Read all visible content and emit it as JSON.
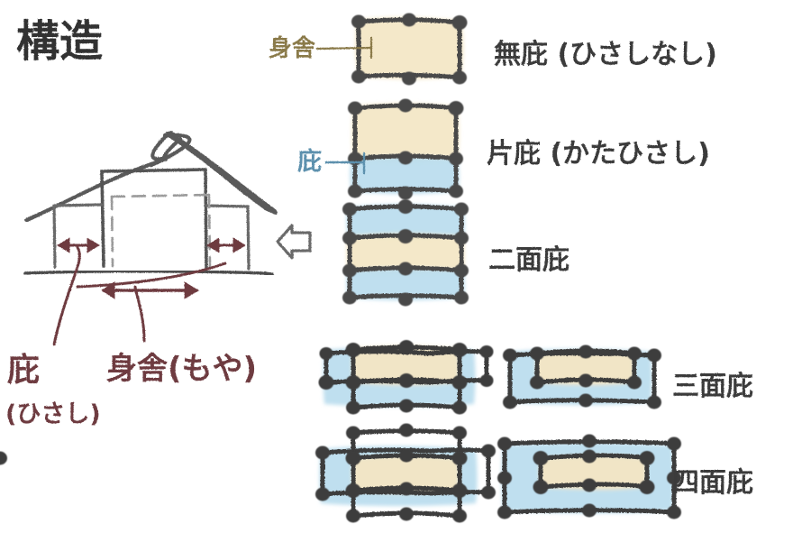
{
  "page": {
    "title": "構造",
    "background_color": "#ffffff",
    "ink_color": "#3a3a3a",
    "moya_color": "#8a7a4a",
    "hisashi_color": "#5b90ad",
    "annotation_color": "#6e3b3f",
    "fill_moya": "#f3e6c4",
    "fill_hisashi": "#b8dced"
  },
  "section_drawing": {
    "name": "building-cross-section",
    "callout_arrow": "left-arrow-outline",
    "labels": {
      "hisashi": "庇",
      "hisashi_reading": "(ひさし)",
      "moya": "身舎(もや)"
    }
  },
  "plans": [
    {
      "id": "muhisashi",
      "label": "無庇 (ひさしなし)",
      "inline_label": "身舎",
      "inline_label_kind": "moya",
      "description": "core only, no eaves"
    },
    {
      "id": "katahisashi",
      "label": "片庇 (かたひさし)",
      "inline_label": "庇",
      "inline_label_kind": "hisashi",
      "description": "eaves on one side"
    },
    {
      "id": "nimen-hisashi",
      "label": "二面庇",
      "inline_label": "",
      "inline_label_kind": "",
      "description": "eaves on two sides"
    },
    {
      "id": "sanmen-hisashi",
      "label": "三面庇",
      "inline_label": "",
      "inline_label_kind": "",
      "description": "eaves on three sides, two variants"
    },
    {
      "id": "shimen-hisashi",
      "label": "四面庇",
      "inline_label": "",
      "inline_label_kind": "",
      "description": "eaves on four sides, two variants"
    }
  ]
}
